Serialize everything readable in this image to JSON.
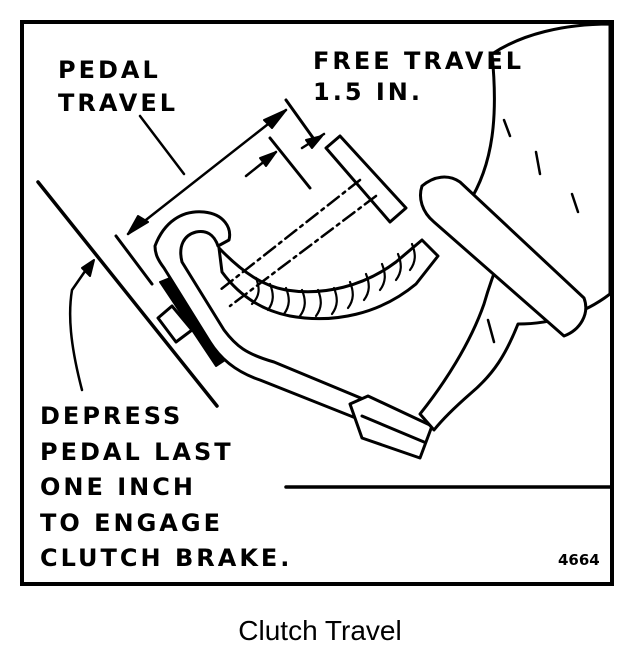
{
  "figure": {
    "labels": {
      "pedal_travel": [
        "PEDAL",
        "TRAVEL"
      ],
      "free_travel": [
        "FREE TRAVEL",
        "1.5 IN."
      ],
      "depress_note": [
        "DEPRESS",
        "PEDAL LAST",
        "ONE INCH",
        "TO ENGAGE",
        "CLUTCH BRAKE."
      ],
      "figure_number": "4664"
    },
    "caption": "Clutch Travel"
  }
}
